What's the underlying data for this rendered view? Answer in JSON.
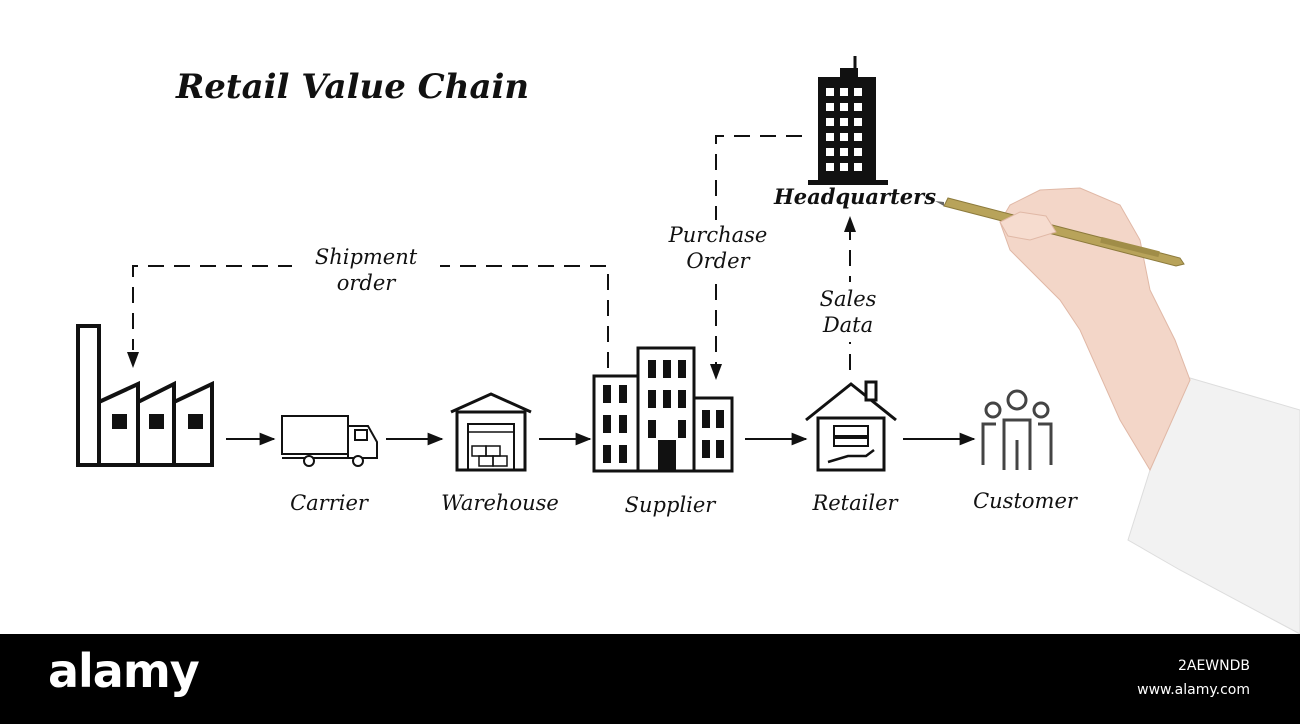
{
  "title": "Retail Value Chain",
  "nodes": {
    "carrier": "Carrier",
    "warehouse": "Warehouse",
    "supplier": "Supplier",
    "retailer": "Retailer",
    "customer": "Customer",
    "headquarters": "Headquarters"
  },
  "edge_labels": {
    "shipment_line1": "Shipment",
    "shipment_line2": "order",
    "purchase_line1": "Purchase",
    "purchase_line2": "Order",
    "sales_line1": "Sales",
    "sales_line2": "Data"
  },
  "watermark": {
    "brand": "alamy",
    "image_id": "2AEWNDB",
    "site": "www.alamy.com"
  },
  "colors": {
    "ink": "#111111",
    "pen_gold": "#b8a35a",
    "footer_bg": "#000000",
    "sleeve": "#f2f2f2",
    "skin": "#f3d6c8"
  }
}
